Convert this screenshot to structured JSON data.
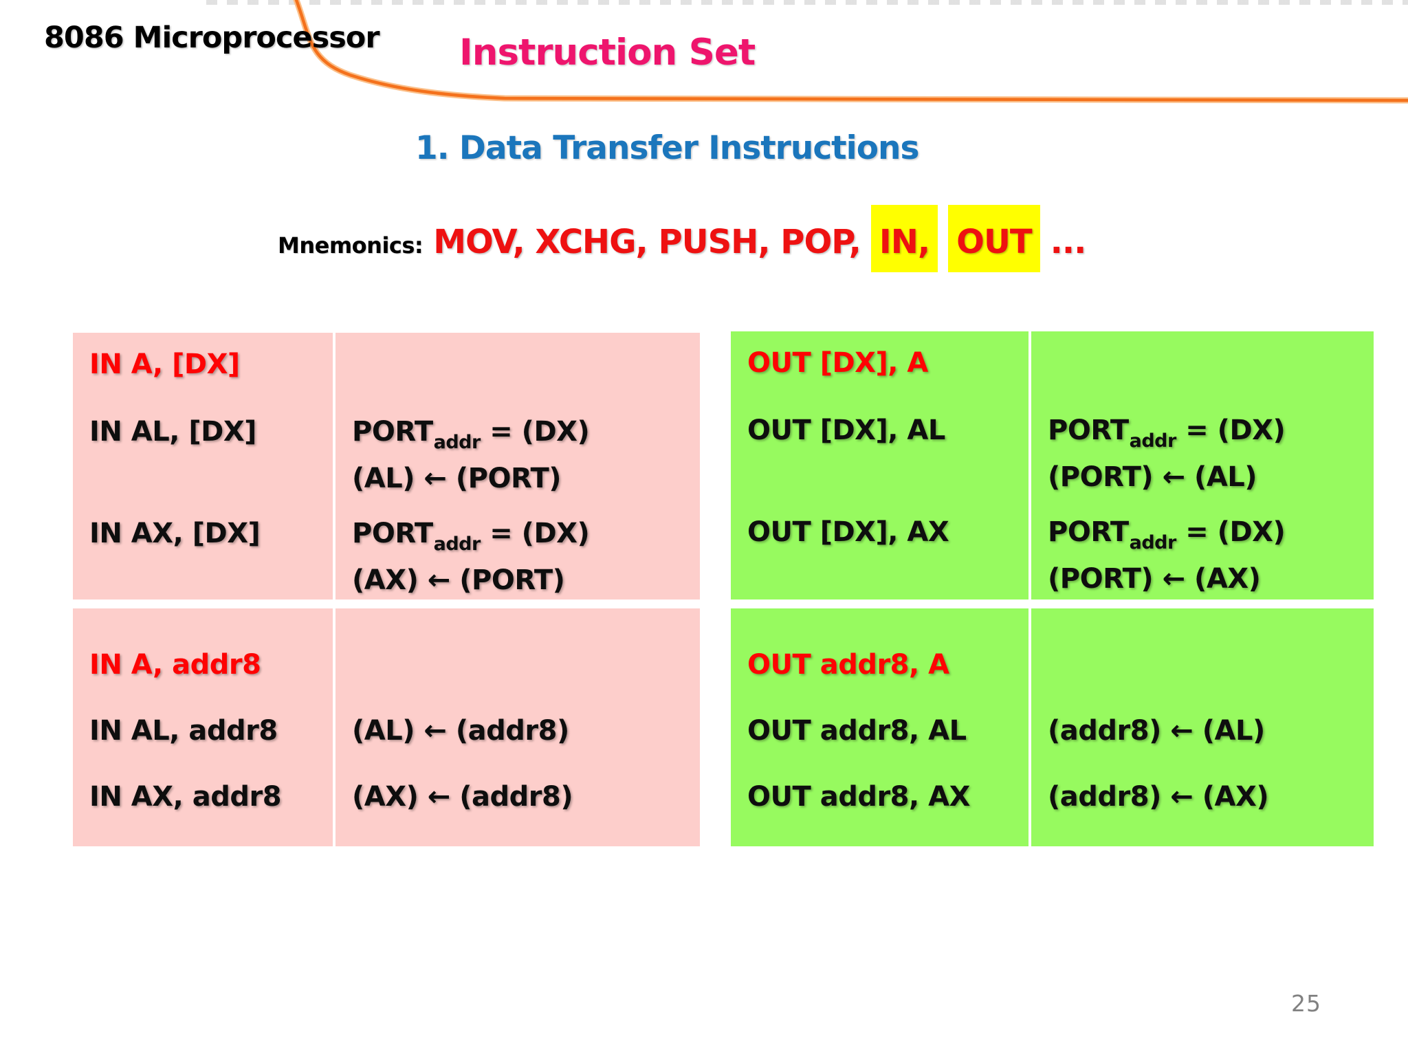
{
  "slide": {
    "corner_title": "8086 Microprocessor",
    "title": "Instruction Set",
    "section_heading": "1. Data Transfer Instructions",
    "page_number": "25"
  },
  "mnemonics": {
    "label": "Mnemonics:",
    "list_plain": "MOV, XCHG, PUSH, POP,",
    "highlight_1": "IN,",
    "highlight_2": "OUT",
    "ellipsis": "..."
  },
  "tables": {
    "in_dx": {
      "header": "IN A, [DX]",
      "rows": [
        {
          "instr": "IN AL, [DX]",
          "sem": {
            "base": "PORT",
            "sub": "addr",
            "rest": " = (DX)",
            "line2": "(AL) ← (PORT)"
          }
        },
        {
          "instr": "IN AX, [DX]",
          "sem": {
            "base": "PORT",
            "sub": "addr",
            "rest": " = (DX)",
            "line2": "(AX) ← (PORT)"
          }
        }
      ]
    },
    "out_dx": {
      "header": "OUT [DX], A",
      "rows": [
        {
          "instr": "OUT [DX], AL",
          "sem": {
            "base": "PORT",
            "sub": "addr",
            "rest": " = (DX)",
            "line2": "(PORT) ← (AL)"
          }
        },
        {
          "instr": "OUT [DX], AX",
          "sem": {
            "base": "PORT",
            "sub": "addr",
            "rest": " = (DX)",
            "line2": "(PORT) ← (AX)"
          }
        }
      ]
    },
    "in_addr8": {
      "header": "IN A, addr8",
      "rows": [
        {
          "instr": "IN AL, addr8",
          "sem_single": "(AL) ← (addr8)"
        },
        {
          "instr": "IN AX, addr8",
          "sem_single": "(AX) ← (addr8)"
        }
      ]
    },
    "out_addr8": {
      "header": "OUT addr8, A",
      "rows": [
        {
          "instr": "OUT addr8, AL",
          "sem_single": "(addr8) ←  (AL)"
        },
        {
          "instr": "OUT addr8, AX",
          "sem_single": "(addr8) ←  (AX)"
        }
      ]
    }
  },
  "colors": {
    "pink_bg": "#fdcecb",
    "green_bg": "#97fa5f",
    "red_table": "#fe0303",
    "red_mnemonics": "#ee1111",
    "blue_heading": "#1b76bc",
    "pink_title": "#ee156d",
    "orange_line": "#f4711c",
    "orange_line_halo": "#fbc08a",
    "highlight_yellow": "#ffff00",
    "gray_page": "#818181"
  }
}
